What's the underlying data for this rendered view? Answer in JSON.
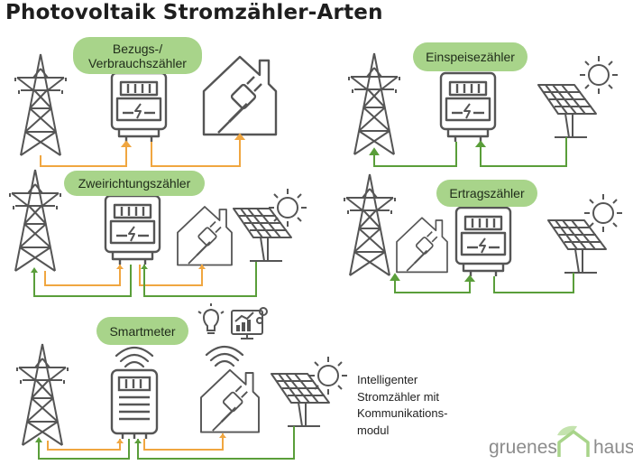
{
  "title": "Photovoltaik Stromzähler-Arten",
  "labels": {
    "bezugs_line1": "Bezugs-/",
    "bezugs_line2": "Verbrauchszähler",
    "einspeise": "Einspeisezähler",
    "zweirichtung": "Zweirichtungszähler",
    "ertrag": "Ertragszähler",
    "smartmeter": "Smartmeter"
  },
  "info_lines": [
    "Intelligenter",
    "Stromzähler mit",
    "Kommunikations-",
    "modul"
  ],
  "logo": {
    "part1": "gruenes",
    "part2": "haus"
  },
  "colors": {
    "pill": "#a8d48a",
    "orange": "#f0a640",
    "green": "#5a9e3a",
    "icon": "#555555"
  },
  "icons": [
    "power-pylon-icon",
    "electricity-meter-icon",
    "house-plug-icon",
    "solar-panel-icon",
    "sun-icon",
    "lightbulb-icon",
    "monitor-chart-icon",
    "wifi-signal-icon"
  ]
}
